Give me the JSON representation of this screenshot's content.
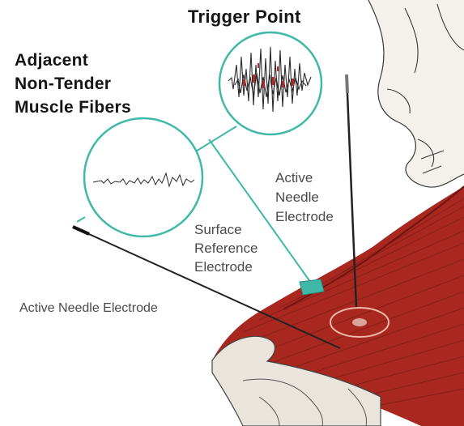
{
  "labels": {
    "trigger_point": "Trigger Point",
    "adjacent_lines": [
      "Adjacent",
      "Non-Tender",
      "Muscle Fibers"
    ],
    "active_needle_lines": [
      "Active",
      "Needle",
      "Electrode"
    ],
    "surface_reference_lines": [
      "Surface",
      "Reference",
      "Electrode"
    ],
    "active_needle_electrode": "Active Needle Electrode"
  },
  "colors": {
    "muscle": "#a8281f",
    "muscle_dark": "#6e1410",
    "circle_outline": "#3fb8a8",
    "trigger_marker": "#f2b8a8",
    "bone": "#e9e5dd",
    "line_art": "#2a2a2a",
    "label_text": "#151515",
    "sub_text": "#4a4a4a"
  },
  "icons": {
    "surface_electrode": "surface-electrode-icon",
    "needle": "needle-icon"
  }
}
